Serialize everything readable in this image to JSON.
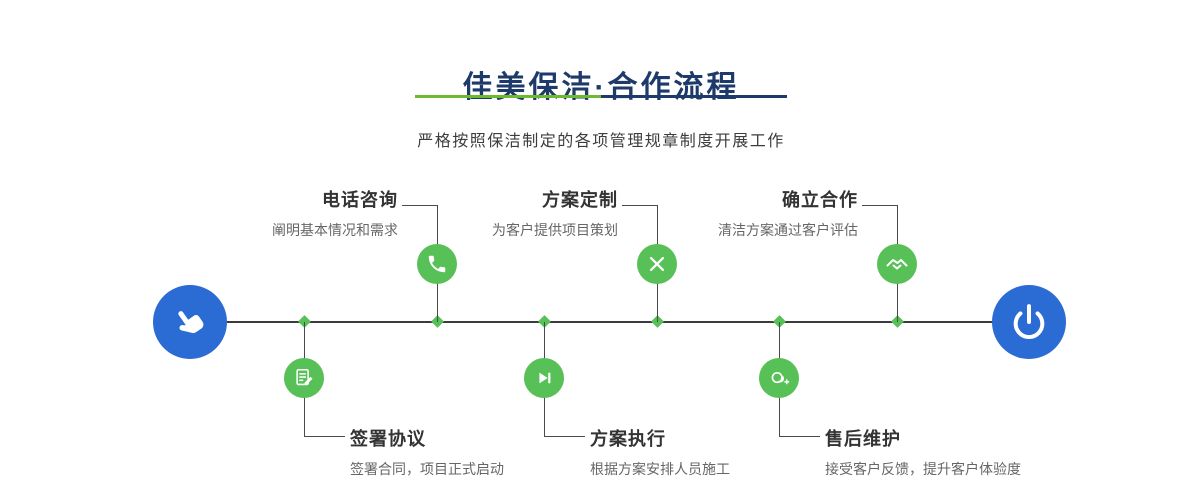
{
  "header": {
    "title": "佳美保洁·合作流程",
    "subtitle": "严格按照保洁制定的各项管理规章制度开展工作"
  },
  "flow": {
    "start": {
      "icon": "hand-pointer-icon"
    },
    "end": {
      "icon": "power-icon"
    },
    "steps_top": [
      {
        "title": "电话咨询",
        "desc": "阐明基本情况和需求",
        "icon": "phone-icon"
      },
      {
        "title": "方案定制",
        "desc": "为客户提供项目策划",
        "icon": "pen-tools-icon"
      },
      {
        "title": "确立合作",
        "desc": "清洁方案通过客户评估",
        "icon": "handshake-icon"
      }
    ],
    "steps_bottom": [
      {
        "title": "签署协议",
        "desc": "签署合同，项目正式启动",
        "icon": "contract-icon"
      },
      {
        "title": "方案执行",
        "desc": "根据方案安排人员施工",
        "icon": "play-forward-icon"
      },
      {
        "title": "售后维护",
        "desc": "接受客户反馈，提升客户体验度",
        "icon": "headset-plus-icon"
      }
    ]
  },
  "colors": {
    "accent_blue": "#2b6bd4",
    "accent_green": "#57c057",
    "title_navy": "#1d3a6b",
    "underline_green": "#6fb832",
    "line_gray": "#4a4a4a"
  }
}
